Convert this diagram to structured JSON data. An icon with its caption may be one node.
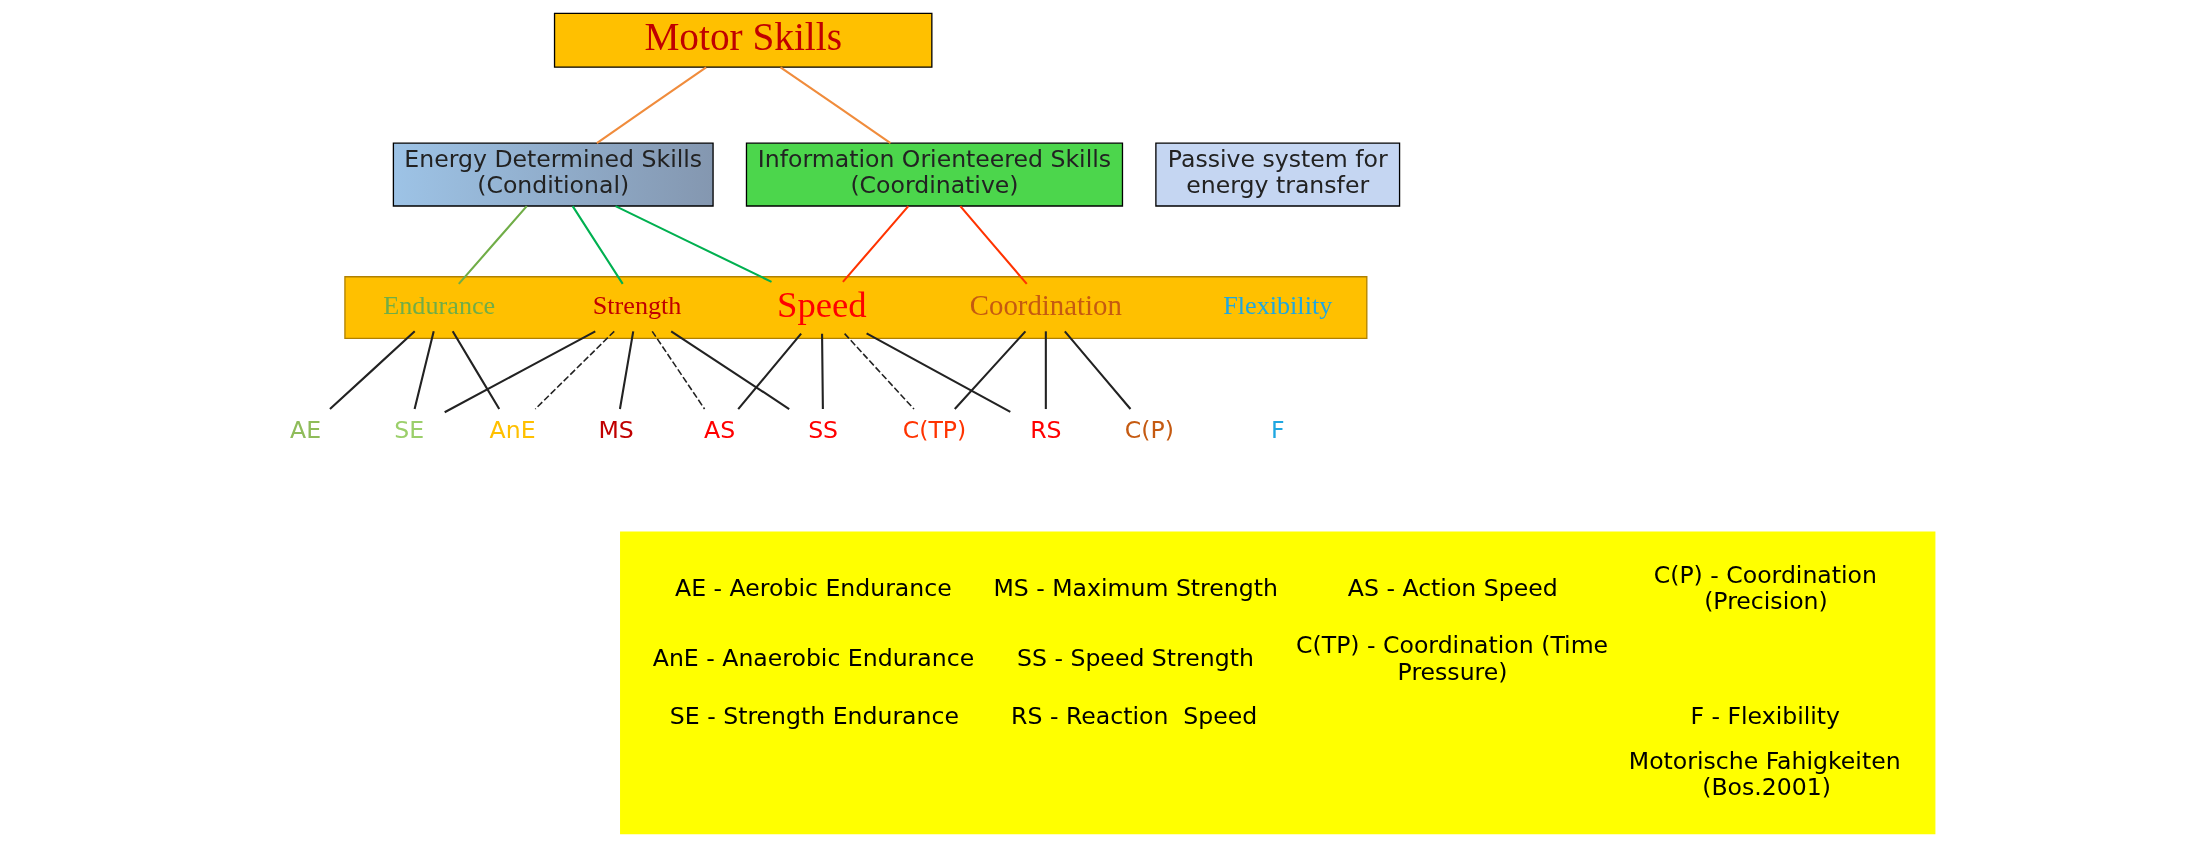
{
  "diagram": {
    "nodes": [
      {
        "text": [
          "Motor Skills"
        ]
      },
      {
        "text": [
          "Energy Determined Skills (Conditional)"
        ]
      },
      {
        "text": [
          "Information Orienteered Skills (Coordinative)"
        ]
      },
      {
        "text": [
          "Passive system for energy transfer"
        ]
      },
      {
        "text": [],
        "shape": "bar"
      },
      {
        "text": [
          "Endurance"
        ],
        "in": 4
      },
      {
        "text": [
          "Strength"
        ],
        "in": 4
      },
      {
        "text": [
          "Speed"
        ],
        "in": 4
      },
      {
        "text": [
          "Coordination"
        ],
        "in": 4
      },
      {
        "text": [
          "Flexibility"
        ],
        "in": 4
      },
      {
        "text": [
          "AE"
        ]
      },
      {
        "text": [
          "AnE"
        ]
      },
      {
        "text": [
          "SE"
        ]
      },
      {
        "text": [
          "MS"
        ]
      },
      {
        "text": [
          "SS"
        ]
      },
      {
        "text": [
          "AS"
        ]
      },
      {
        "text": [
          "RS"
        ]
      },
      {
        "text": [
          "C(TP)"
        ]
      },
      {
        "text": [
          "C(P)"
        ]
      },
      {
        "text": [
          "F"
        ]
      },
      {
        "text": [
          "AE - Aerobic Endurance",
          "MS - Maximum Strength",
          "AS - Action Speed",
          "C(P) - Coordination (Precision)",
          "AnE - Anaerobic Endurance",
          "SS - Speed Strength",
          "C(TP) - Coordination (Time Pressure)",
          "SE - Strength Endurance",
          "RS - Reaction  Speed",
          "F - Flexibility",
          "Motorische Fahigkeiten (Bos.2001)"
        ]
      }
    ],
    "edges": [
      {
        "from": 0,
        "to": 1,
        "arrow": "none",
        "color": "#f08c3c"
      },
      {
        "from": 0,
        "to": 2,
        "arrow": "none",
        "color": "#f08c3c"
      },
      {
        "from": 1,
        "to": 5,
        "arrow": "none",
        "color": "#70ad47"
      },
      {
        "from": 1,
        "to": 6,
        "arrow": "none",
        "color": "#00b050"
      },
      {
        "from": 1,
        "to": 7,
        "arrow": "none",
        "color": "#00b050"
      },
      {
        "from": 2,
        "to": 7,
        "arrow": "none",
        "color": "#ff3300"
      },
      {
        "from": 2,
        "to": 8,
        "arrow": "none",
        "color": "#ff3300"
      },
      {
        "from": 5,
        "to": 10,
        "arrow": "none"
      },
      {
        "from": 5,
        "to": 11,
        "arrow": "none"
      },
      {
        "from": 5,
        "to": 12,
        "arrow": "none"
      },
      {
        "from": 6,
        "to": 11,
        "arrow": "none",
        "style": "dashed"
      },
      {
        "from": 6,
        "to": 12,
        "arrow": "none"
      },
      {
        "from": 6,
        "to": 13,
        "arrow": "none"
      },
      {
        "from": 6,
        "to": 14,
        "arrow": "none"
      },
      {
        "from": 6,
        "to": 15,
        "arrow": "none",
        "style": "dashed"
      },
      {
        "from": 7,
        "to": 14,
        "arrow": "none"
      },
      {
        "from": 7,
        "to": 15,
        "arrow": "none"
      },
      {
        "from": 7,
        "to": 16,
        "arrow": "none"
      },
      {
        "from": 7,
        "to": 17,
        "arrow": "none",
        "style": "dashed"
      },
      {
        "from": 8,
        "to": 16,
        "arrow": "none"
      },
      {
        "from": 8,
        "to": 17,
        "arrow": "none"
      },
      {
        "from": 8,
        "to": 18,
        "arrow": "none"
      }
    ]
  }
}
